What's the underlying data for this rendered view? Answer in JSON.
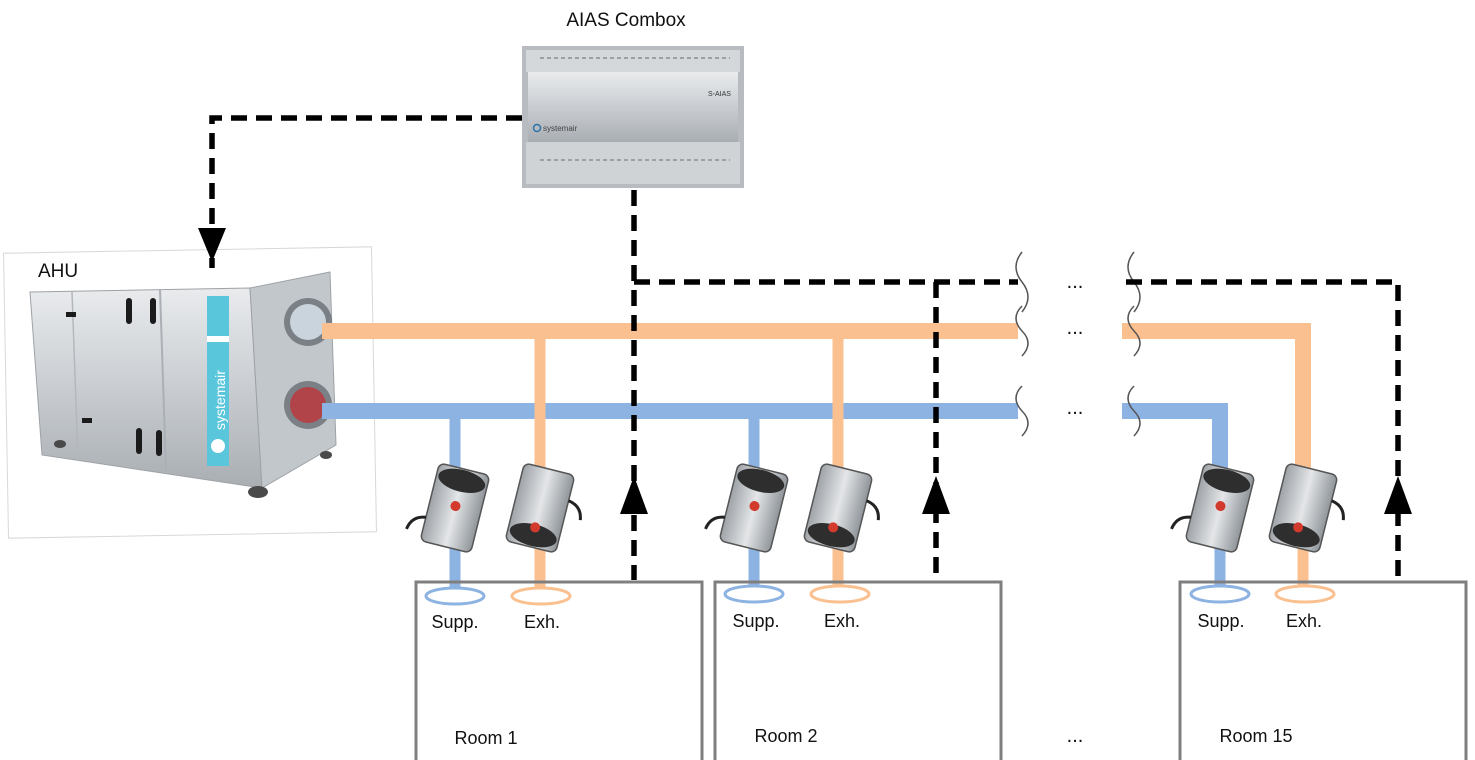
{
  "title": "AIAS Combox",
  "ahu": {
    "label": "AHU",
    "brand": "systemair"
  },
  "controller": {
    "name": "AIAS Combox",
    "model": "S-AIAS",
    "brand": "systemair"
  },
  "ellipsis": "...",
  "rooms": [
    {
      "name": "Room 1",
      "supply_label": "Supp.",
      "exhaust_label": "Exh."
    },
    {
      "name": "Room 2",
      "supply_label": "Supp.",
      "exhaust_label": "Exh."
    },
    {
      "name": "Room 15",
      "supply_label": "Supp.",
      "exhaust_label": "Exh."
    }
  ],
  "colors": {
    "supply": "#8db3e2",
    "exhaust": "#fac090",
    "signal": "#000000",
    "room_border": "#7f7f7f"
  }
}
